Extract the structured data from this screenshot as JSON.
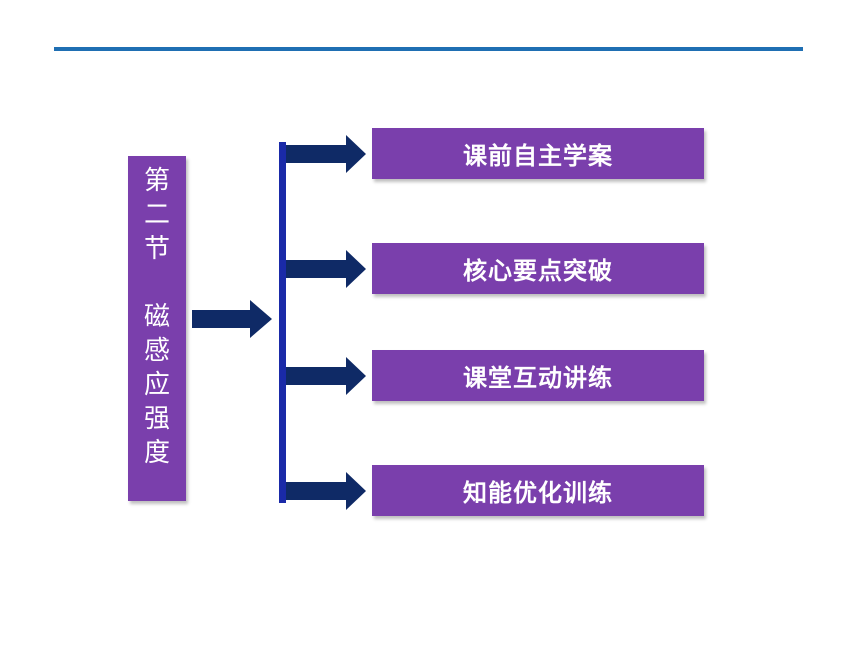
{
  "title": {
    "part1": "第二节",
    "part2": "磁感应强度"
  },
  "items": [
    {
      "label": "课前自主学案"
    },
    {
      "label": "核心要点突破"
    },
    {
      "label": "课堂互动讲练"
    },
    {
      "label": "知能优化训练"
    }
  ],
  "colors": {
    "rule": "#1f6fb3",
    "box": "#7a3fac",
    "arrow": "#0f2a66",
    "bracket": "#1a2aa8"
  }
}
